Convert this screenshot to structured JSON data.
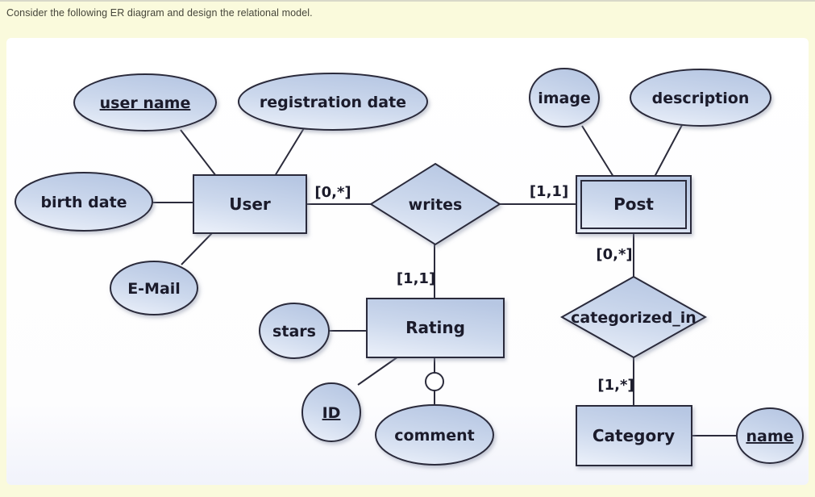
{
  "header": {
    "instruction": "Consider the following ER diagram and design the relational model."
  },
  "colors": {
    "page_background": "#fafadc",
    "canvas_background": "#ffffff",
    "canvas_bottom_tint": "#f1f3fb",
    "shape_fill_top": "#b7c7e3",
    "shape_fill_bottom": "#e7edf8",
    "shape_stroke": "#2b2b3b",
    "text": "#1b1b2b"
  },
  "diagram": {
    "type": "er-diagram",
    "entities": [
      {
        "label": "User",
        "kind": "strong"
      },
      {
        "label": "Post",
        "kind": "weak-double-border"
      },
      {
        "label": "Rating",
        "kind": "strong"
      },
      {
        "label": "Category",
        "kind": "strong"
      }
    ],
    "relationships": [
      {
        "label": "writes",
        "between": [
          "User",
          "Post"
        ]
      },
      {
        "label": "categorized_in",
        "between": [
          "Post",
          "Category"
        ]
      }
    ],
    "attributes": [
      {
        "label": "user name",
        "entity": "User",
        "key": true
      },
      {
        "label": "registration date",
        "entity": "User",
        "key": false
      },
      {
        "label": "birth date",
        "entity": "User",
        "key": false
      },
      {
        "label": "E-Mail",
        "entity": "User",
        "key": false
      },
      {
        "label": "image",
        "entity": "Post",
        "key": false
      },
      {
        "label": "description",
        "entity": "Post",
        "key": false
      },
      {
        "label": "stars",
        "entity": "Rating",
        "key": false
      },
      {
        "label": "ID",
        "entity": "Rating",
        "key": true
      },
      {
        "label": "comment",
        "entity": "Rating",
        "key": false,
        "optional_marker": true
      },
      {
        "label": "name",
        "entity": "Category",
        "key": true
      }
    ],
    "cardinalities": [
      {
        "label": "[0,*]",
        "edge": "User-writes"
      },
      {
        "label": "[1,1]",
        "edge": "writes-Post"
      },
      {
        "label": "[1,1]",
        "edge": "writes-Rating"
      },
      {
        "label": "[0,*]",
        "edge": "Post-categorized_in"
      },
      {
        "label": "[1,*]",
        "edge": "categorized_in-Category"
      }
    ]
  }
}
